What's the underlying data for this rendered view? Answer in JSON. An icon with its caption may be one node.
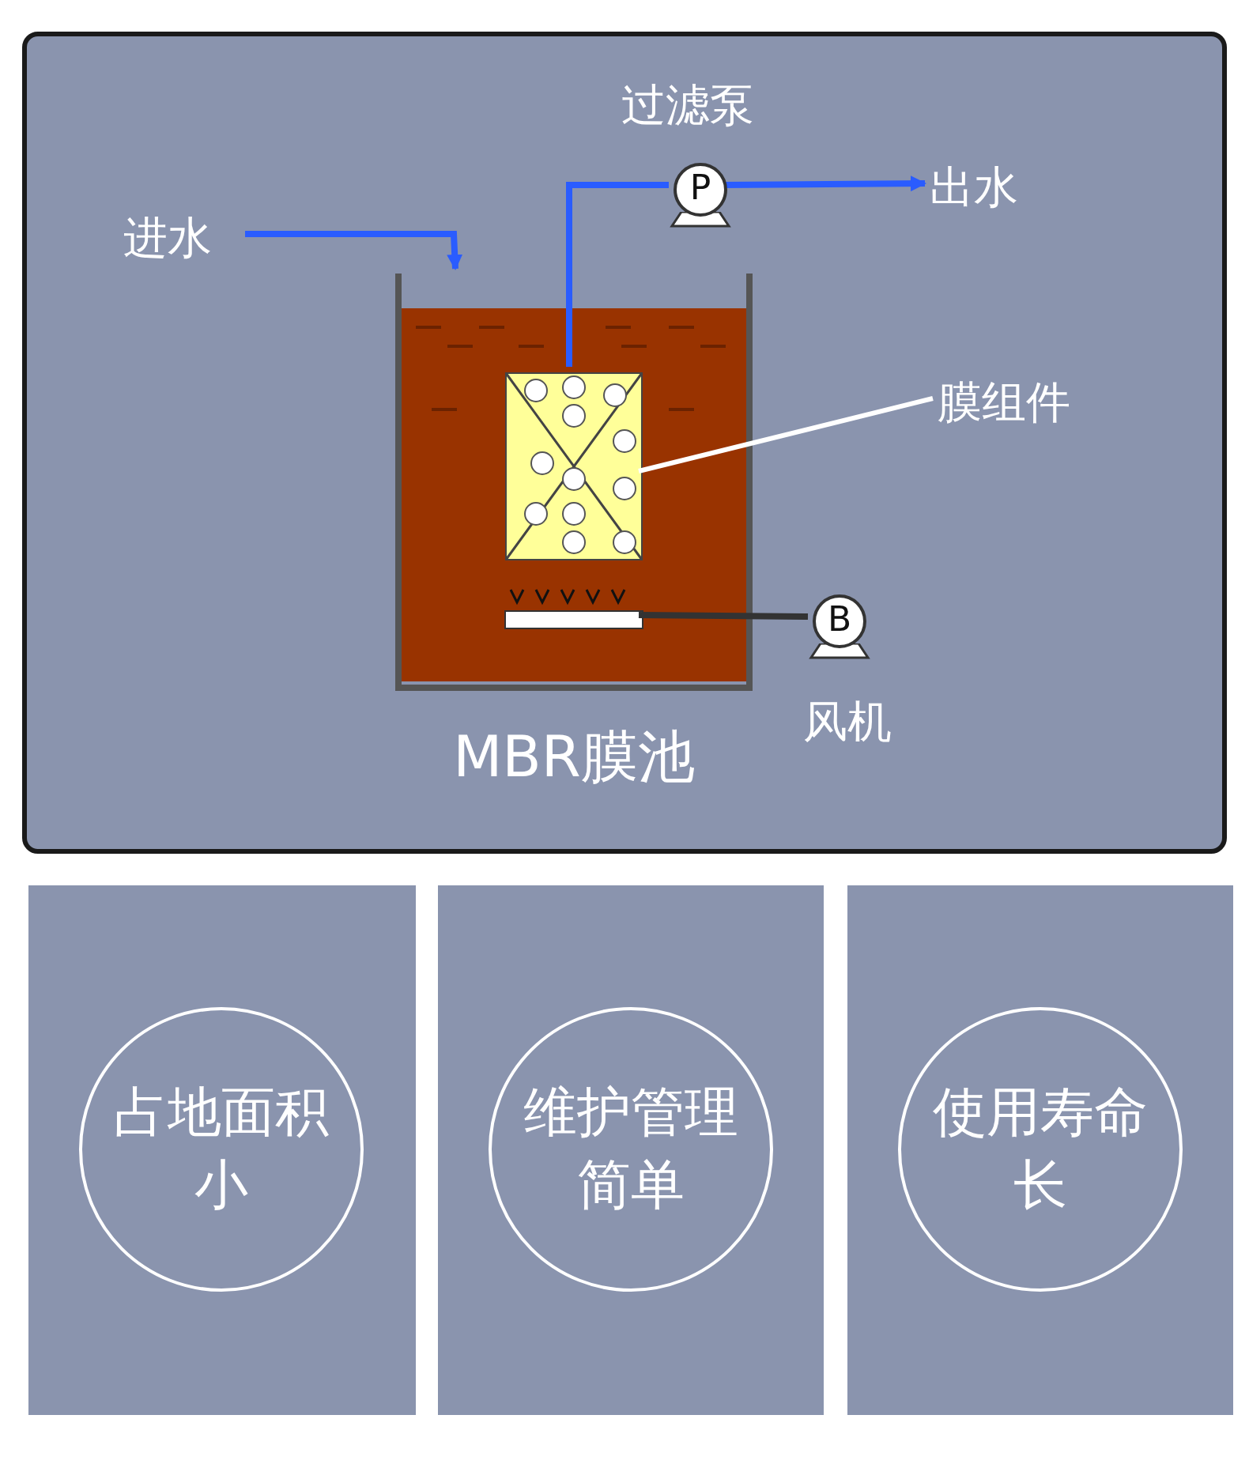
{
  "diagram": {
    "nodes": [
      {
        "text": [],
        "shape": "box"
      },
      {
        "text": [
          "进水"
        ],
        "in": 0
      },
      {
        "text": [
          "MBR膜池"
        ],
        "in": 0
      },
      {
        "text": [],
        "shape": "box",
        "in": 2
      },
      {
        "text": [
          "膜组件"
        ],
        "in": 0
      },
      {
        "text": [
          "P"
        ],
        "beside": [
          "过滤泵"
        ],
        "in": 0
      },
      {
        "text": [
          "出水"
        ],
        "in": 0
      },
      {
        "text": [],
        "shape": "bar",
        "in": 2
      },
      {
        "text": [
          "B"
        ],
        "beside": [
          "风机"
        ],
        "in": 0
      },
      {
        "text": [],
        "shape": "box"
      },
      {
        "text": [
          "占地面积小"
        ],
        "in": 9
      },
      {
        "text": [],
        "shape": "box"
      },
      {
        "text": [
          "维护管理简单"
        ],
        "in": 11
      },
      {
        "text": [],
        "shape": "box"
      },
      {
        "text": [
          "使用寿命长"
        ],
        "in": 13
      }
    ],
    "edges": [
      {
        "from": 1,
        "to": 2,
        "arrow": "to"
      },
      {
        "from": 3,
        "to": 5,
        "arrow": "none"
      },
      {
        "from": 5,
        "to": 6,
        "arrow": "to"
      },
      {
        "from": 4,
        "to": 3,
        "arrow": "none",
        "color": "#ffffff"
      },
      {
        "from": 8,
        "to": 7,
        "arrow": "none",
        "color": "#333333"
      }
    ]
  }
}
